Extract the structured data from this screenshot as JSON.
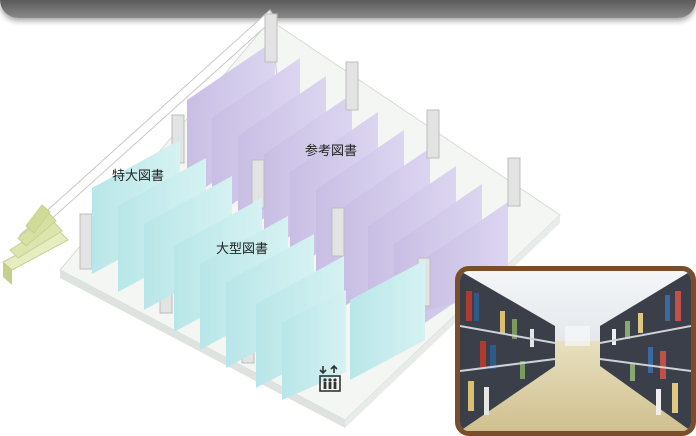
{
  "labels": {
    "tokudai": "特大図書",
    "sankou": "参考図書",
    "oogata": "大型図書"
  },
  "icons": {
    "elevator": "elevator-icon",
    "photo": "library-stacks-photo"
  },
  "colors": {
    "purple_shelf": "#cfc6e8",
    "cyan_shelf": "#c6ecec",
    "stairs": "#dfe8b0",
    "photo_frame": "#7a4e2a"
  }
}
